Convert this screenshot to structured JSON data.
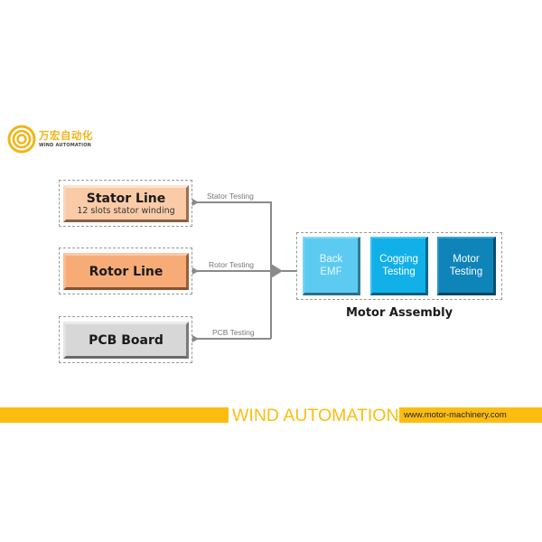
{
  "logo": {
    "cn_name": "万宏自动化",
    "en_name": "WIND AUTOMATION",
    "brand_color": "#f2b517"
  },
  "sources": [
    {
      "id": "stator",
      "title": "Stator Line",
      "subtitle": "12 slots stator winding",
      "connector_label": "Stator Testing",
      "color": "#fbcba8"
    },
    {
      "id": "rotor",
      "title": "Rotor Line",
      "subtitle": "",
      "connector_label": "Rotor Testing",
      "color": "#f7ac78"
    },
    {
      "id": "pcb",
      "title": "PCB Board",
      "subtitle": "",
      "connector_label": "PCB Testing",
      "color": "#d7d7d7"
    }
  ],
  "assembly": {
    "label": "Motor Assembly",
    "tests": [
      {
        "line1": "Back",
        "line2": "EMF",
        "color": "#5dcbf1"
      },
      {
        "line1": "Cogging",
        "line2": "Testing",
        "color": "#11b0e8"
      },
      {
        "line1": "Motor",
        "line2": "Testing",
        "color": "#0e84b8"
      }
    ]
  },
  "footer": {
    "title": "WIND AUTOMATION",
    "url": "www.motor-machinery.com",
    "accent_color": "#fdbd10"
  }
}
